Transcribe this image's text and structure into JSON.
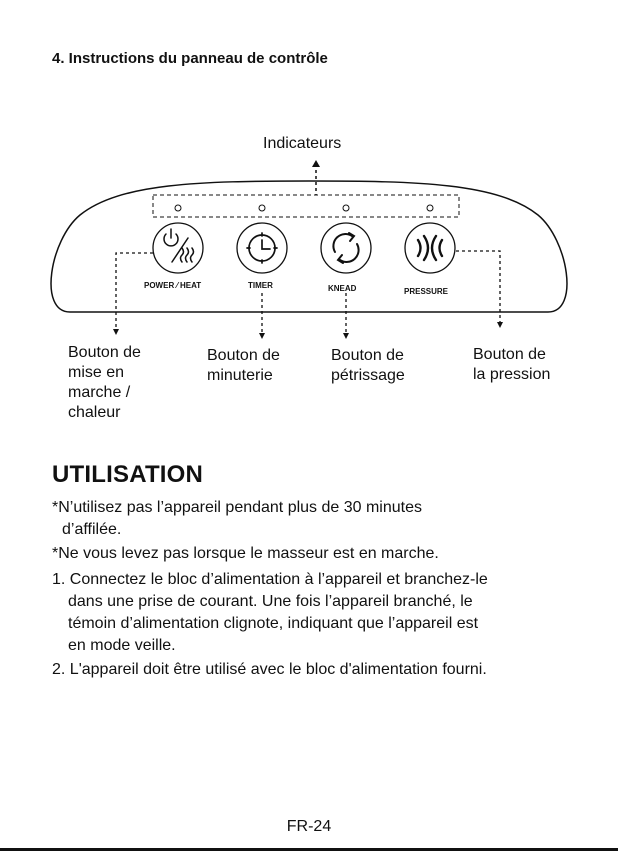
{
  "section_title": "4. Instructions du panneau de contrôle",
  "panel": {
    "indicators_label": "Indicateurs",
    "buttons": {
      "power_heat": "POWER ⁄ HEAT",
      "timer": "TIMER",
      "knead": "KNEAD",
      "pressure": "PRESSURE"
    },
    "callouts": {
      "power": [
        "Bouton de",
        "mise en",
        "marche /",
        "chaleur"
      ],
      "timer": [
        "Bouton de",
        "minuterie"
      ],
      "knead": [
        "Bouton de",
        "pétrissage"
      ],
      "pressure": [
        "Bouton de",
        "la pression"
      ]
    }
  },
  "usage": {
    "heading": "UTILISATION",
    "warning1": [
      "*N’utilisez pas l’appareil pendant plus de 30 minutes",
      "d’affilée."
    ],
    "warning2": "*Ne vous levez pas lorsque le masseur est en marche.",
    "step1": [
      "1. Connectez le bloc d’alimentation à l’appareil et branchez-le",
      "dans une prise de courant. Une fois l’appareil branché, le",
      "témoin d’alimentation clignote, indiquant que l’appareil est",
      "en mode veille."
    ],
    "step2": "2. L'appareil doit être utilisé avec le bloc d'alimentation fourni."
  },
  "footer": {
    "page_number": "FR-24"
  }
}
